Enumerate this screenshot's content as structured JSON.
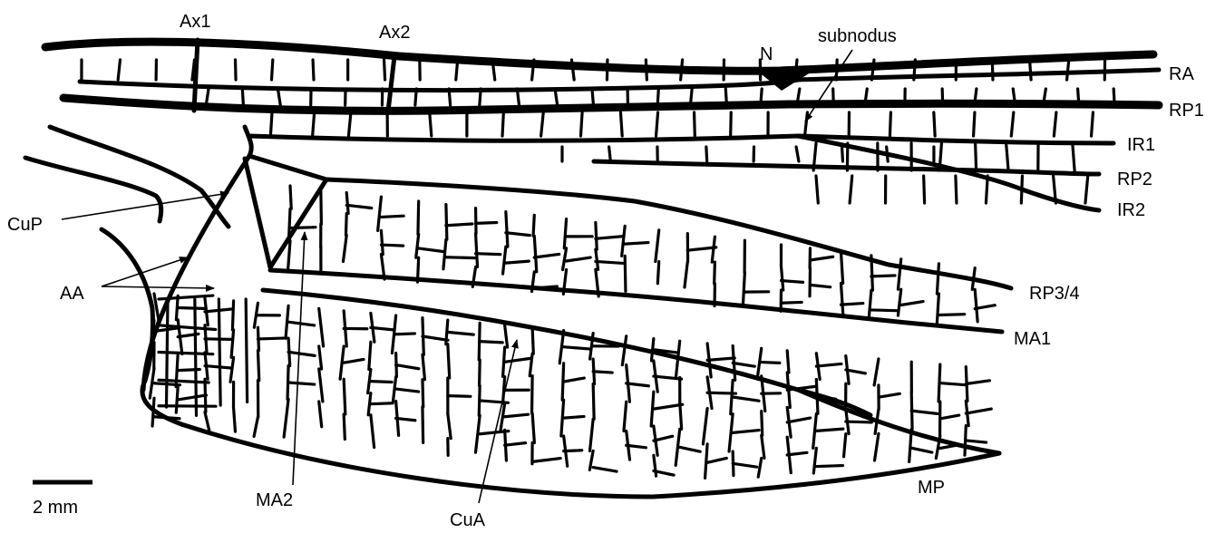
{
  "figure": {
    "labels": {
      "ax1": "Ax1",
      "ax2": "Ax2",
      "n": "N",
      "subnodus": "subnodus",
      "ra": "RA",
      "rp1": "RP1",
      "ir1": "IR1",
      "rp2": "RP2",
      "ir2": "IR2",
      "rp34": "RP3/4",
      "ma1": "MA1",
      "mp": "MP",
      "cua": "CuA",
      "ma2": "MA2",
      "aa": "AA",
      "cup": "CuP"
    },
    "scale_bar": {
      "label": "2 mm"
    },
    "colors": {
      "vein": "#000000",
      "background": "#ffffff"
    }
  }
}
